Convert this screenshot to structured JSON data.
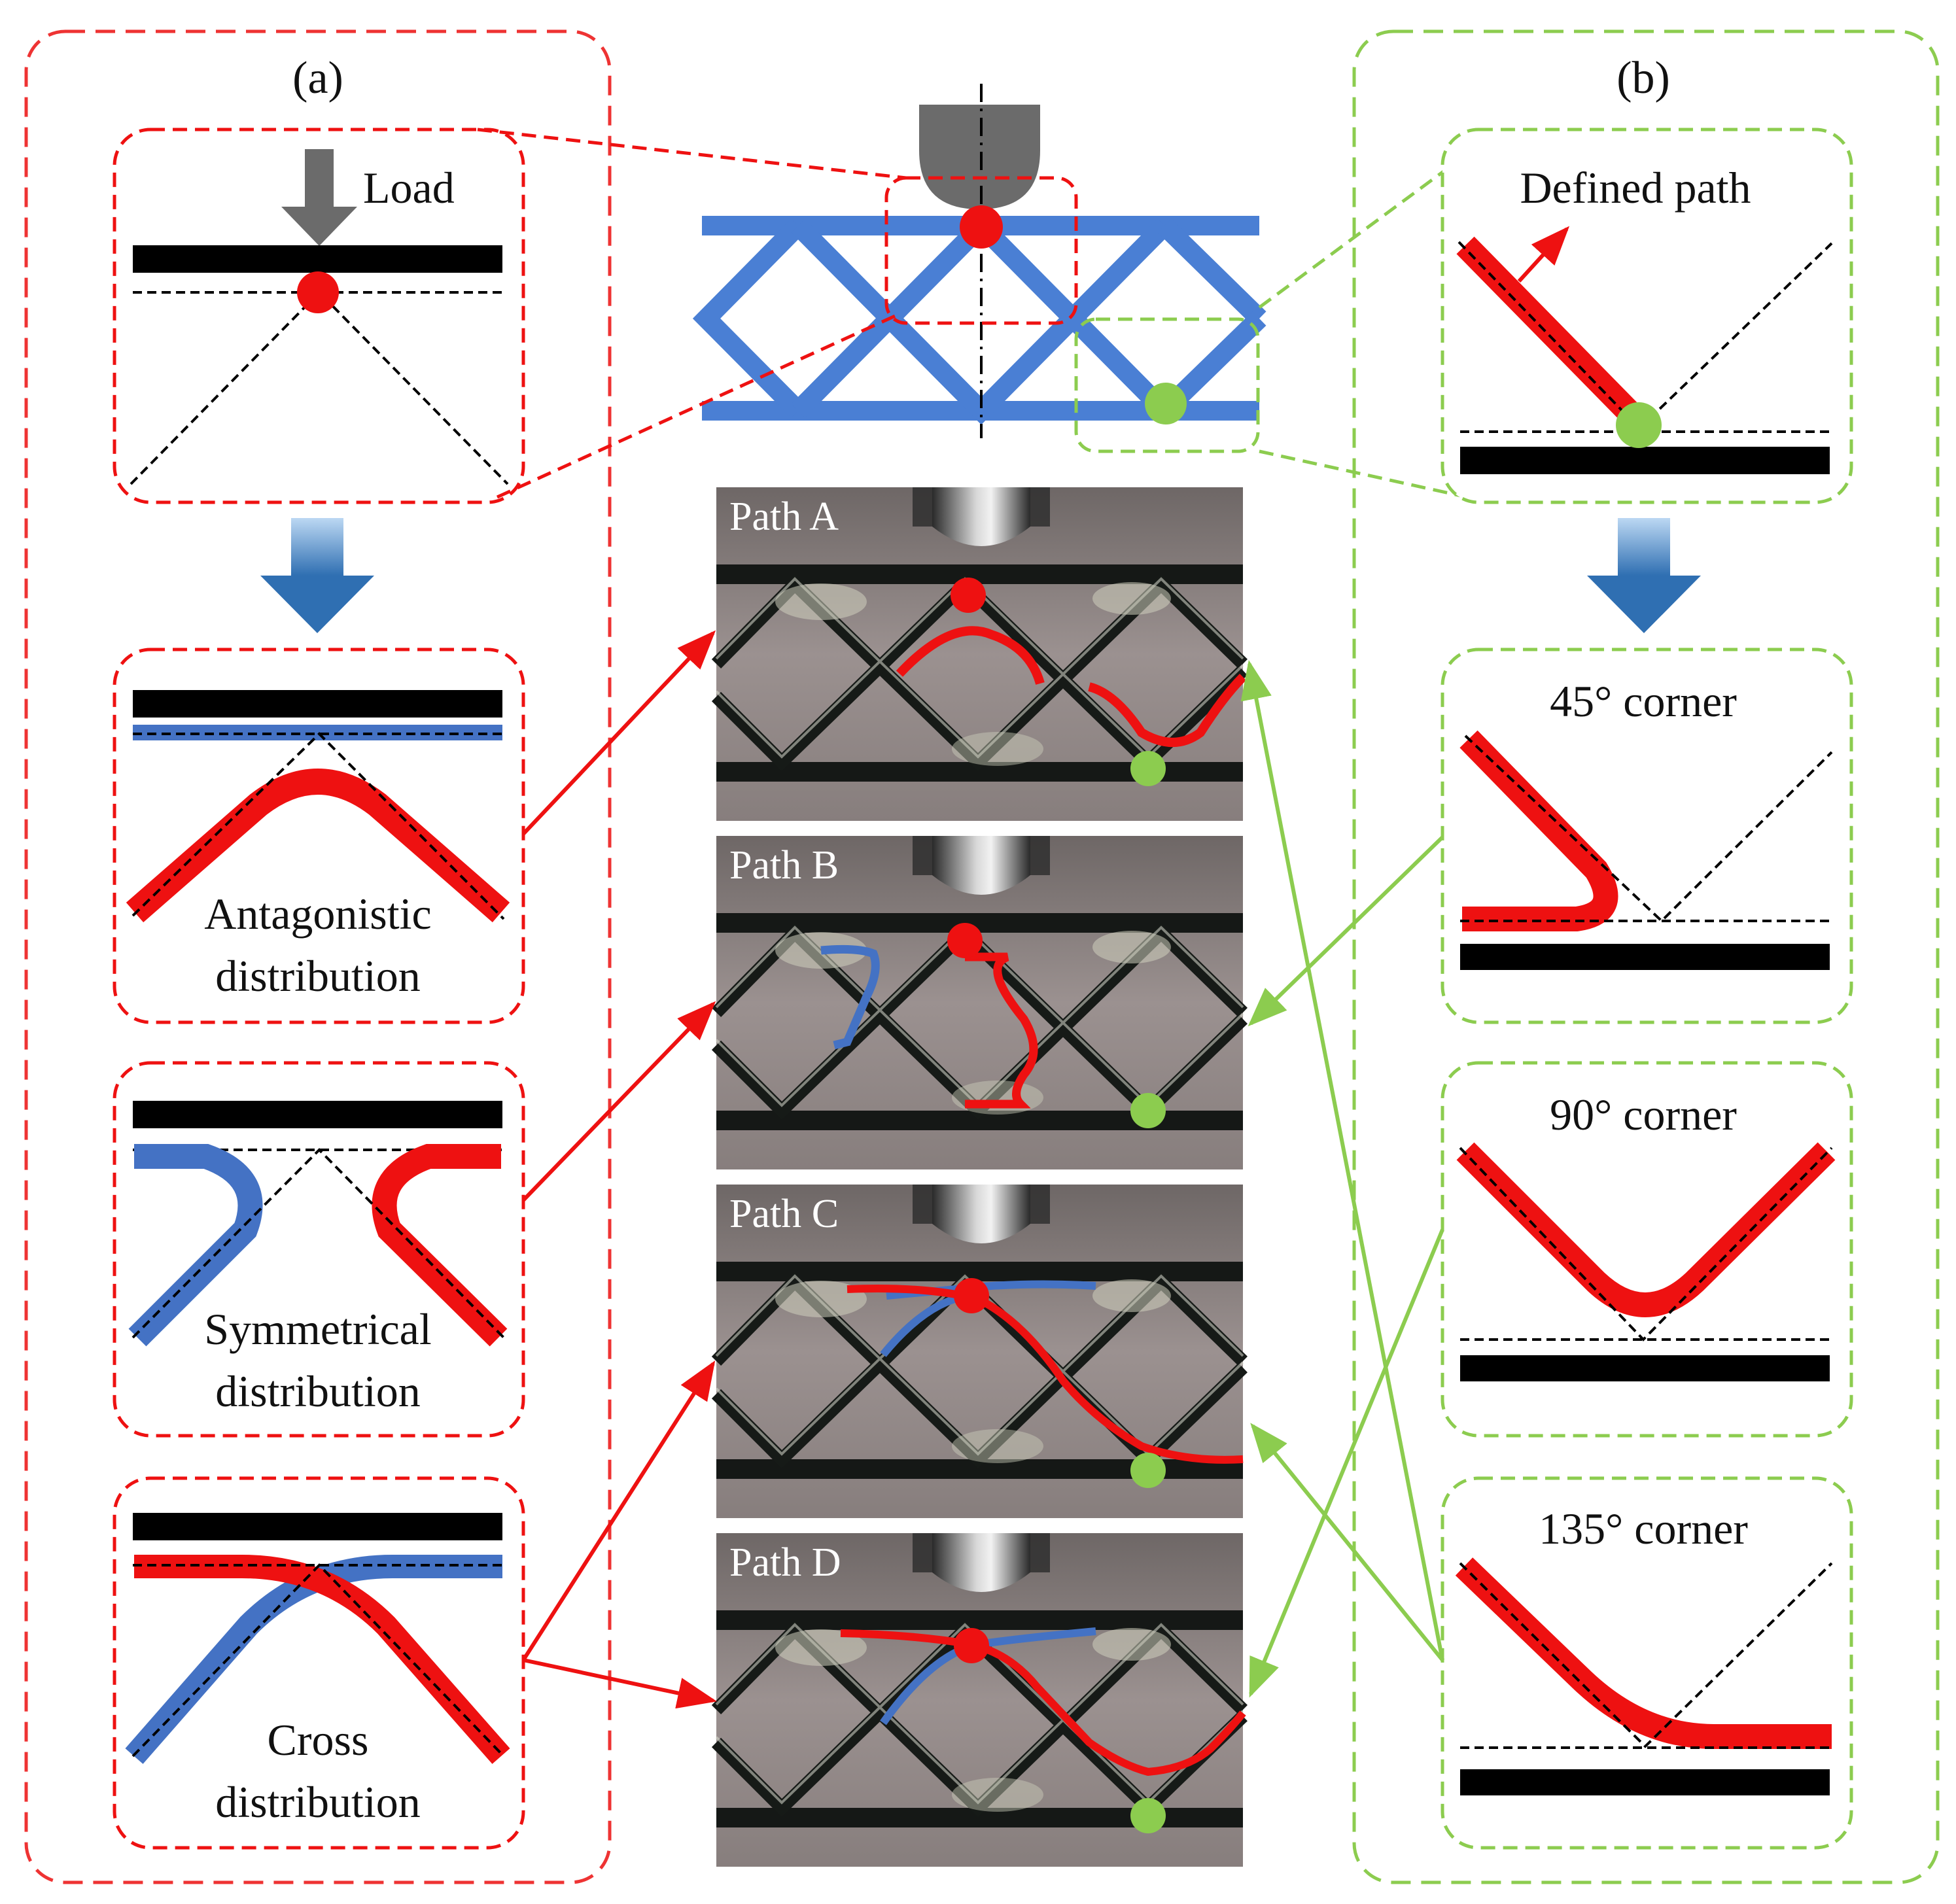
{
  "panel_a": {
    "label": "(a)",
    "load": "Load",
    "antagonistic": [
      "Antagonistic",
      "distribution"
    ],
    "symmetrical": [
      "Symmetrical",
      "distribution"
    ],
    "cross": [
      "Cross",
      "distribution"
    ]
  },
  "panel_b": {
    "label": "(b)",
    "defined_path": "Defined path",
    "corner45": "45° corner",
    "corner90": "90° corner",
    "corner135": "135° corner"
  },
  "photos": {
    "a": "Path A",
    "b": "Path B",
    "c": "Path C",
    "d": "Path D"
  },
  "colors": {
    "red": "#ee1111",
    "blue": "#4472c4",
    "green": "#8ccc4f",
    "lattice": "#4a7fd4",
    "indenter": "#6b6b6b"
  }
}
